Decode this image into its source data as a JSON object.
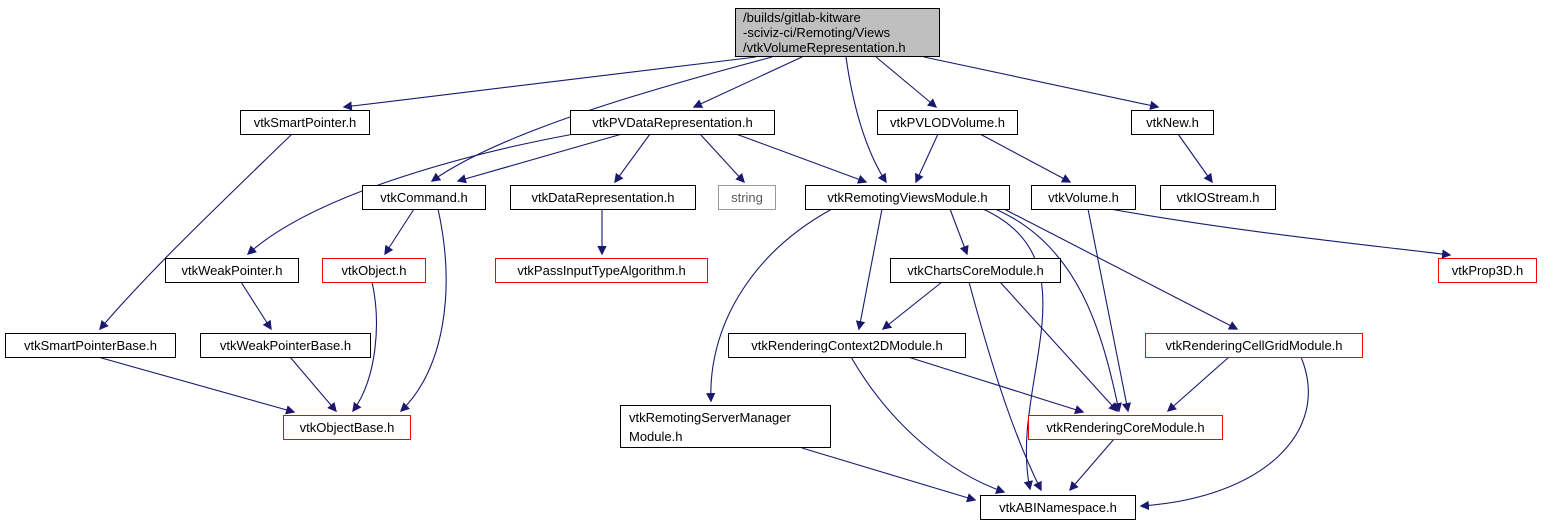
{
  "meta": {
    "graph_type": "doxygen-include-dependency-graph",
    "edge_color": "#191970",
    "node_border_color": "#000000",
    "truncated_node_border_color": "#ff0000",
    "external_node_border_color": "#9a9a9a",
    "root_fill_color": "#bfbfbf"
  },
  "root": {
    "line1": "/builds/gitlab-kitware",
    "line2": "-sciviz-ci/Remoting/Views",
    "line3": "/vtkVolumeRepresentation.h"
  },
  "nodes": {
    "smartPointer": "vtkSmartPointer.h",
    "pvDataRepresentation": "vtkPVDataRepresentation.h",
    "pvLODVolume": "vtkPVLODVolume.h",
    "vtkNew": "vtkNew.h",
    "command": "vtkCommand.h",
    "dataRepresentation": "vtkDataRepresentation.h",
    "stringHeader": "string",
    "remotingViewsModule": "vtkRemotingViewsModule.h",
    "volume": "vtkVolume.h",
    "ioStream": "vtkIOStream.h",
    "weakPointer": "vtkWeakPointer.h",
    "object": "vtkObject.h",
    "passInputTypeAlgorithm": "vtkPassInputTypeAlgorithm.h",
    "chartsCoreModule": "vtkChartsCoreModule.h",
    "prop3D": "vtkProp3D.h",
    "smartPointerBase": "vtkSmartPointerBase.h",
    "weakPointerBase": "vtkWeakPointerBase.h",
    "renderingContext2DModule": "vtkRenderingContext2DModule.h",
    "renderingCellGridModule": "vtkRenderingCellGridModule.h",
    "remotingServerManagerModule": {
      "line1": "vtkRemotingServerManager",
      "line2": "Module.h"
    },
    "objectBase": "vtkObjectBase.h",
    "renderingCoreModule": "vtkRenderingCoreModule.h",
    "abiNamespace": "vtkABINamespace.h"
  },
  "edges": [
    {
      "from": "vtkVolumeRepresentation.h",
      "to": "vtkSmartPointer.h"
    },
    {
      "from": "vtkVolumeRepresentation.h",
      "to": "vtkCommand.h"
    },
    {
      "from": "vtkVolumeRepresentation.h",
      "to": "vtkPVDataRepresentation.h"
    },
    {
      "from": "vtkVolumeRepresentation.h",
      "to": "vtkRemotingViewsModule.h"
    },
    {
      "from": "vtkVolumeRepresentation.h",
      "to": "vtkPVLODVolume.h"
    },
    {
      "from": "vtkVolumeRepresentation.h",
      "to": "vtkNew.h"
    },
    {
      "from": "vtkSmartPointer.h",
      "to": "vtkSmartPointerBase.h"
    },
    {
      "from": "vtkPVDataRepresentation.h",
      "to": "vtkCommand.h"
    },
    {
      "from": "vtkPVDataRepresentation.h",
      "to": "vtkDataRepresentation.h"
    },
    {
      "from": "vtkPVDataRepresentation.h",
      "to": "string"
    },
    {
      "from": "vtkPVDataRepresentation.h",
      "to": "vtkRemotingViewsModule.h"
    },
    {
      "from": "vtkPVDataRepresentation.h",
      "to": "vtkWeakPointer.h"
    },
    {
      "from": "vtkPVLODVolume.h",
      "to": "vtkRemotingViewsModule.h"
    },
    {
      "from": "vtkPVLODVolume.h",
      "to": "vtkVolume.h"
    },
    {
      "from": "vtkNew.h",
      "to": "vtkIOStream.h"
    },
    {
      "from": "vtkCommand.h",
      "to": "vtkObject.h"
    },
    {
      "from": "vtkCommand.h",
      "to": "vtkObjectBase.h"
    },
    {
      "from": "vtkDataRepresentation.h",
      "to": "vtkPassInputTypeAlgorithm.h"
    },
    {
      "from": "vtkWeakPointer.h",
      "to": "vtkWeakPointerBase.h"
    },
    {
      "from": "vtkObject.h",
      "to": "vtkObjectBase.h"
    },
    {
      "from": "vtkSmartPointerBase.h",
      "to": "vtkObjectBase.h"
    },
    {
      "from": "vtkWeakPointerBase.h",
      "to": "vtkObjectBase.h"
    },
    {
      "from": "vtkVolume.h",
      "to": "vtkProp3D.h"
    },
    {
      "from": "vtkVolume.h",
      "to": "vtkRenderingCoreModule.h"
    },
    {
      "from": "vtkRemotingViewsModule.h",
      "to": "vtkChartsCoreModule.h"
    },
    {
      "from": "vtkRemotingViewsModule.h",
      "to": "vtkRenderingContext2DModule.h"
    },
    {
      "from": "vtkRemotingViewsModule.h",
      "to": "vtkRenderingCellGridModule.h"
    },
    {
      "from": "vtkRemotingViewsModule.h",
      "to": "vtkRenderingCoreModule.h"
    },
    {
      "from": "vtkRemotingViewsModule.h",
      "to": "vtkRemotingServerManagerModule.h"
    },
    {
      "from": "vtkRemotingViewsModule.h",
      "to": "vtkABINamespace.h"
    },
    {
      "from": "vtkChartsCoreModule.h",
      "to": "vtkRenderingContext2DModule.h"
    },
    {
      "from": "vtkChartsCoreModule.h",
      "to": "vtkRenderingCoreModule.h"
    },
    {
      "from": "vtkChartsCoreModule.h",
      "to": "vtkABINamespace.h"
    },
    {
      "from": "vtkRenderingContext2DModule.h",
      "to": "vtkRenderingCoreModule.h"
    },
    {
      "from": "vtkRenderingContext2DModule.h",
      "to": "vtkABINamespace.h"
    },
    {
      "from": "vtkRenderingCellGridModule.h",
      "to": "vtkRenderingCoreModule.h"
    },
    {
      "from": "vtkRenderingCellGridModule.h",
      "to": "vtkABINamespace.h"
    },
    {
      "from": "vtkRenderingCoreModule.h",
      "to": "vtkABINamespace.h"
    },
    {
      "from": "vtkRemotingServerManagerModule.h",
      "to": "vtkABINamespace.h"
    }
  ]
}
